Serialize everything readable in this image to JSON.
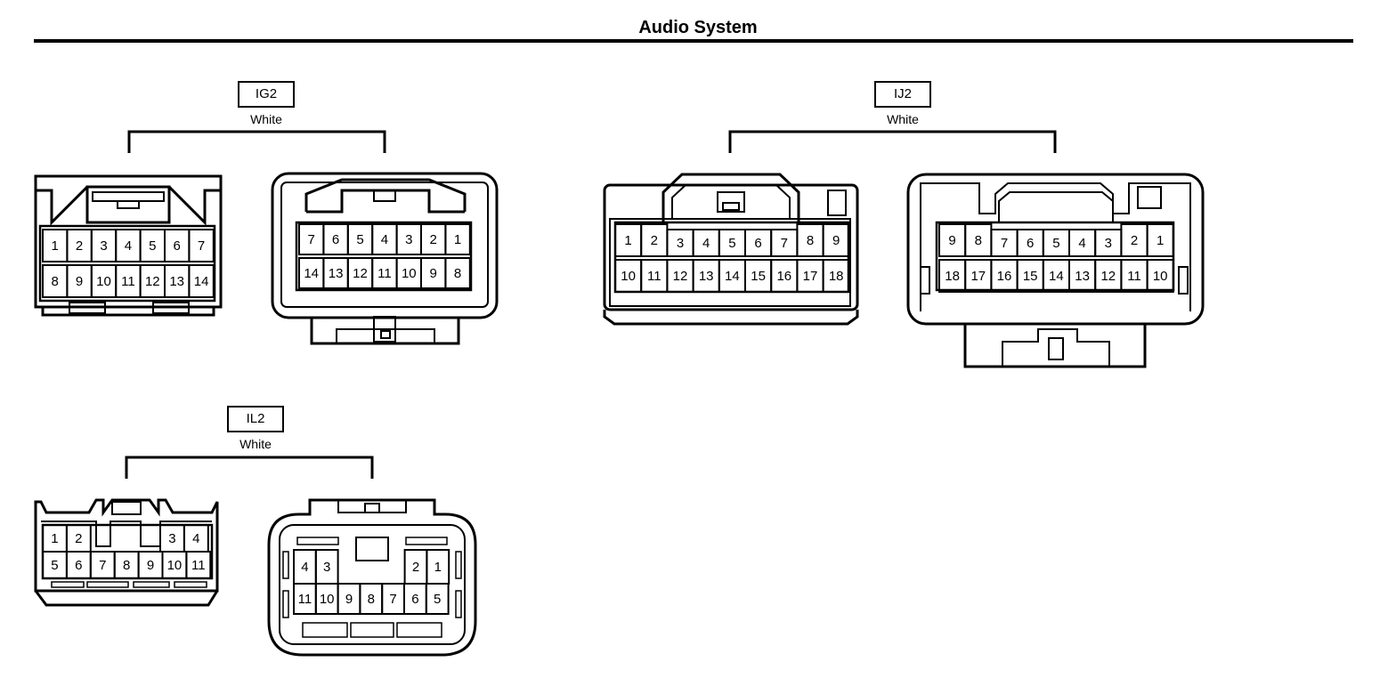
{
  "title": "Audio System",
  "connectors": [
    {
      "code": "IG2",
      "wire_color": "White",
      "left_view": [
        [
          "1",
          "2",
          "3",
          "4",
          "5",
          "6",
          "7"
        ],
        [
          "8",
          "9",
          "10",
          "11",
          "12",
          "13",
          "14"
        ]
      ],
      "right_view": [
        [
          "7",
          "6",
          "5",
          "4",
          "3",
          "2",
          "1"
        ],
        [
          "14",
          "13",
          "12",
          "11",
          "10",
          "9",
          "8"
        ]
      ]
    },
    {
      "code": "IJ2",
      "wire_color": "White",
      "left_view": [
        [
          "1",
          "2",
          "3",
          "4",
          "5",
          "6",
          "7",
          "8",
          "9"
        ],
        [
          "10",
          "11",
          "12",
          "13",
          "14",
          "15",
          "16",
          "17",
          "18"
        ]
      ],
      "right_view": [
        [
          "9",
          "8",
          "7",
          "6",
          "5",
          "4",
          "3",
          "2",
          "1"
        ],
        [
          "18",
          "17",
          "16",
          "15",
          "14",
          "13",
          "12",
          "11",
          "10"
        ]
      ]
    },
    {
      "code": "IL2",
      "wire_color": "White",
      "left_view": [
        [
          "1",
          "2",
          "3",
          "4"
        ],
        [
          "5",
          "6",
          "7",
          "8",
          "9",
          "10",
          "11"
        ]
      ],
      "right_view": [
        [
          "4",
          "3",
          "2",
          "1"
        ],
        [
          "11",
          "10",
          "9",
          "8",
          "7",
          "6",
          "5"
        ]
      ]
    }
  ]
}
